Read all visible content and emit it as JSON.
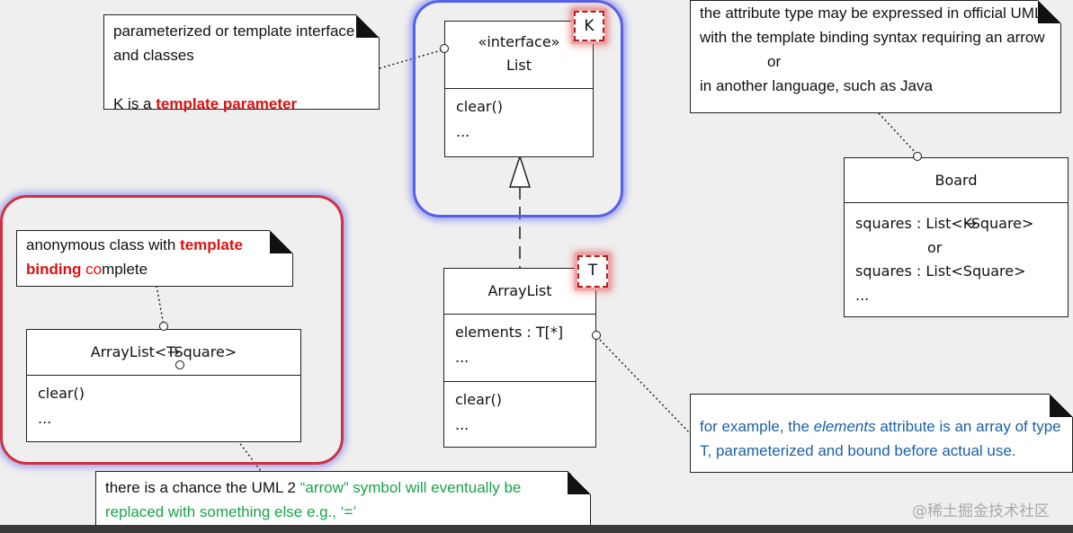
{
  "notes": {
    "template_interface": {
      "line1": "parameterized or template interface",
      "line2": "and classes",
      "line3_prefix": "K is a ",
      "line3_highlight": "template parameter"
    },
    "attribute_type": {
      "line1": "the attribute type may be expressed in official UML,",
      "line2": "with the template binding syntax requiring an arrow",
      "line3": "or",
      "line4": "in another language, such as Java"
    },
    "anonymous_class": {
      "line1_prefix": "anonymous class with ",
      "line1_highlight": "template",
      "line2_highlight": "binding",
      "line2_red_plain": " co",
      "line2_suffix": "mplete"
    },
    "elements_example": {
      "line1_prefix": "for example, the ",
      "line1_italic": "elements",
      "line1_suffix": " attribute is an array of type",
      "line2": "T, parameterized and bound before actual use."
    },
    "arrow_symbol": {
      "line1_prefix": "there is a chance the UML 2 ",
      "line1_green": "“arrow” symbol will eventually be",
      "line2_green": "replaced with something else e.g., ‘=’"
    }
  },
  "classes": {
    "list": {
      "stereotype": "«interface»",
      "name": "List",
      "operation": "clear()",
      "more": "...",
      "param": "K"
    },
    "arraylist": {
      "name": "ArrayList",
      "attribute": "elements : T[*]",
      "attr_more": "...",
      "operation": "clear()",
      "op_more": "...",
      "param": "T"
    },
    "bound": {
      "name_prefix": "ArrayList<T",
      "name_arrow": "→",
      "name_suffix": "Square>",
      "operation": "clear()",
      "more": "..."
    },
    "board": {
      "name": "Board",
      "attr1_prefix": "squares : List<K",
      "attr1_arrow": "→",
      "attr1_suffix": "Square>",
      "or": "or",
      "attr2": "squares : List<Square>",
      "more": "..."
    }
  },
  "watermark": "@稀土掘金技术社区",
  "colors": {
    "highlight_red": "#e01010",
    "highlight_green": "#1aa34a",
    "highlight_blue": "#1b61a8",
    "frame_blue": "#5460e8",
    "frame_red": "#d03040"
  }
}
